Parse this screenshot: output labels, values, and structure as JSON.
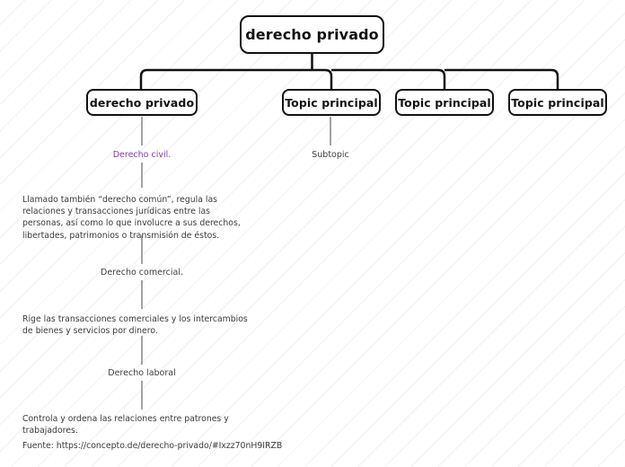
{
  "diagram": {
    "type": "mind-map",
    "background": "#ffffff",
    "accent_color": "#7d3fa3",
    "node_border_color": "#111111",
    "connector_color": "#111111",
    "stub_color": "#8c8c8c",
    "root": {
      "label": "derecho privado"
    },
    "topics": [
      {
        "id": "t1",
        "label": "derecho privado"
      },
      {
        "id": "t2",
        "label": "Topic principal"
      },
      {
        "id": "t3",
        "label": "Topic principal"
      },
      {
        "id": "t4",
        "label": "Topic principal"
      }
    ],
    "branch_left": {
      "items": [
        {
          "id": "l1",
          "label": "Derecho civil.",
          "accent": true
        },
        {
          "id": "l2",
          "label": "Llamado también “derecho común”, regula las relaciones y transacciones jurídicas entre las personas, así como lo que involucre a sus derechos, libertades, patrimonios o transmisión de éstos.",
          "accent": false
        },
        {
          "id": "l3",
          "label": "Derecho comercial.",
          "accent": false
        },
        {
          "id": "l4",
          "label": "Rige las transacciones comerciales y los intercambios de bienes y servicios por dinero.",
          "accent": false
        },
        {
          "id": "l5",
          "label": "Derecho laboral",
          "accent": false
        },
        {
          "id": "l6",
          "label": "Controla y ordena las relaciones entre patrones y trabajadores.",
          "accent": false
        }
      ],
      "source": "Fuente:  https://concepto.de/derecho-privado/#Ixzz70nH9IRZB"
    },
    "branch_second": {
      "items": [
        {
          "id": "s1",
          "label": "Subtopic"
        }
      ]
    }
  }
}
